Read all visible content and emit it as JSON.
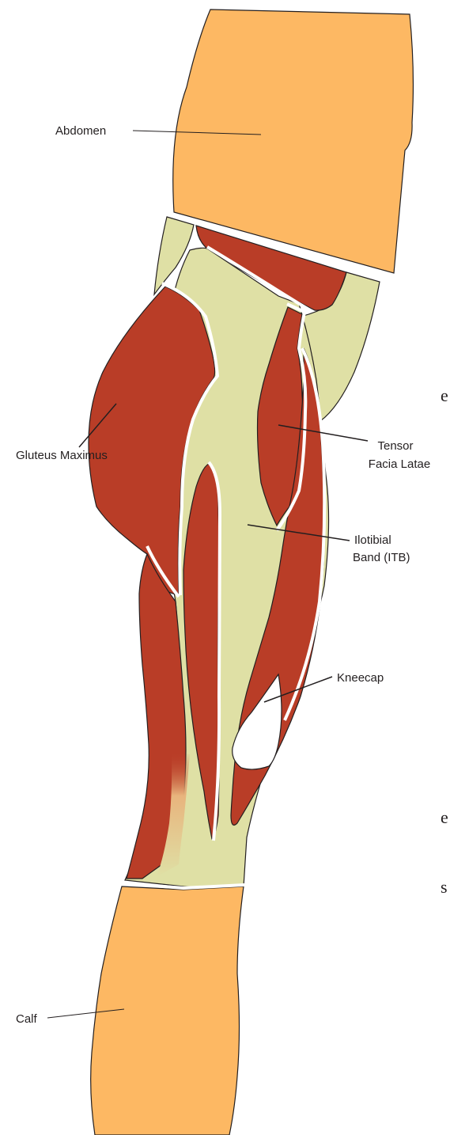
{
  "labels": {
    "abdomen": "Abdomen",
    "tensor_1": "Tensor",
    "tensor_2": "Facia Latae",
    "gluteus": "Gluteus Maximus",
    "itb_1": "Ilotibial",
    "itb_2": "Band (ITB)",
    "kneecap": "Kneecap",
    "calf": "Calf"
  },
  "colors": {
    "skin": "#fdb863",
    "muscle": "#b93d27",
    "fascia": "#dfe0a5",
    "outline": "#231f20"
  }
}
